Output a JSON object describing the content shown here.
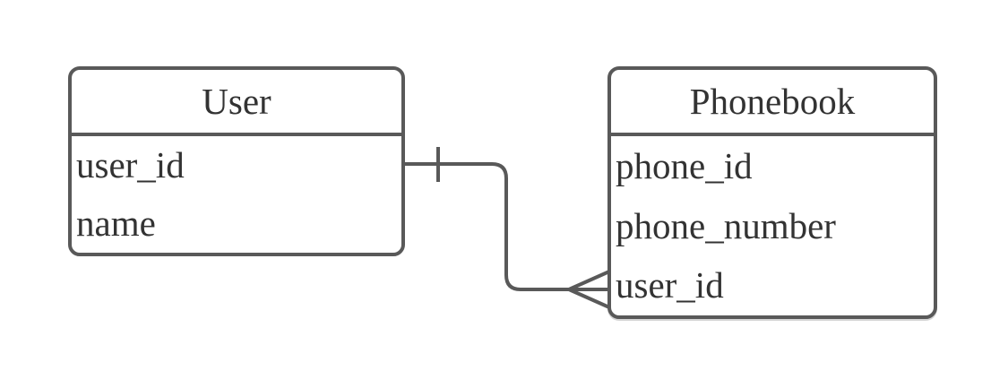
{
  "entities": [
    {
      "name": "User",
      "fields": [
        "user_id",
        "name"
      ]
    },
    {
      "name": "Phonebook",
      "fields": [
        "phone_id",
        "phone_number",
        "user_id"
      ]
    }
  ],
  "relationship": {
    "from_entity": "User",
    "from_field": "user_id",
    "from_cardinality": "one",
    "to_entity": "Phonebook",
    "to_field": "user_id",
    "to_cardinality": "many"
  },
  "colors": {
    "stroke": "#595959",
    "text": "#333333",
    "background": "#ffffff",
    "entity_fill": "#ffffff"
  }
}
